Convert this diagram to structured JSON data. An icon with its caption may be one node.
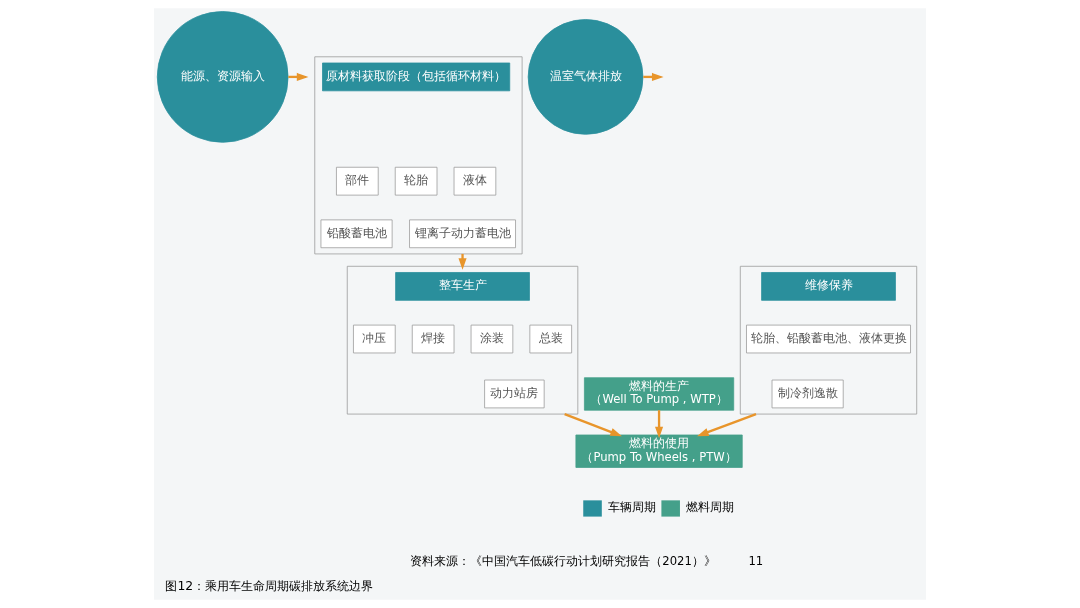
{
  "diagram": {
    "caption": "图12：乘用车生命周期碳排放系统边界",
    "nodes": [
      {
        "text": [
          "能源、资源输入"
        ]
      },
      {
        "text": [],
        "shape": "box"
      },
      {
        "text": [
          "原材料获取阶段（包括循环材料）"
        ],
        "in": 1
      },
      {
        "text": [
          "部件"
        ],
        "in": 1
      },
      {
        "text": [
          "轮胎"
        ],
        "in": 1
      },
      {
        "text": [
          "液体"
        ],
        "in": 1
      },
      {
        "text": [
          "铅酸蓄电池"
        ],
        "in": 1
      },
      {
        "text": [
          "锂离子动力蓄电池"
        ],
        "in": 1
      },
      {
        "text": [],
        "shape": "box"
      },
      {
        "text": [
          "整车生产"
        ],
        "in": 8
      },
      {
        "text": [
          "冲压"
        ],
        "in": 8
      },
      {
        "text": [
          "焊接"
        ],
        "in": 8
      },
      {
        "text": [
          "涂装"
        ],
        "in": 8
      },
      {
        "text": [
          "总装"
        ],
        "in": 8
      },
      {
        "text": [
          "动力站房"
        ],
        "in": 8
      },
      {
        "text": [
          "燃料的生产",
          "（Well To Pump , WTP）"
        ]
      },
      {
        "text": [
          "燃料的使用",
          "（Pump To Wheels , PTW）"
        ]
      },
      {
        "text": [],
        "shape": "box"
      },
      {
        "text": [
          "维修保养"
        ],
        "in": 17
      },
      {
        "text": [
          "轮胎、铅酸蓄电池、液体更换"
        ],
        "in": 17
      },
      {
        "text": [
          "制冷剂逸散"
        ],
        "in": 17
      },
      {
        "text": [
          "温室气体排放"
        ]
      }
    ],
    "edges": [
      {
        "from": 0,
        "to": null,
        "arrow": "to"
      },
      {
        "from": 1,
        "to": 8,
        "arrow": "to"
      },
      {
        "from": 8,
        "to": 16,
        "arrow": "to"
      },
      {
        "from": 15,
        "to": 16,
        "arrow": "to"
      },
      {
        "from": 17,
        "to": 16,
        "arrow": "to"
      },
      {
        "from": 21,
        "to": null,
        "arrow": "to"
      }
    ],
    "labels": [
      "资料来源：《中国汽车低碳行动计划研究报告（2021）》",
      "11"
    ],
    "legend": [
      {
        "text": "车辆周期",
        "color": "#2a8f9c"
      },
      {
        "text": "燃料周期",
        "color": "#44a08a"
      }
    ]
  }
}
